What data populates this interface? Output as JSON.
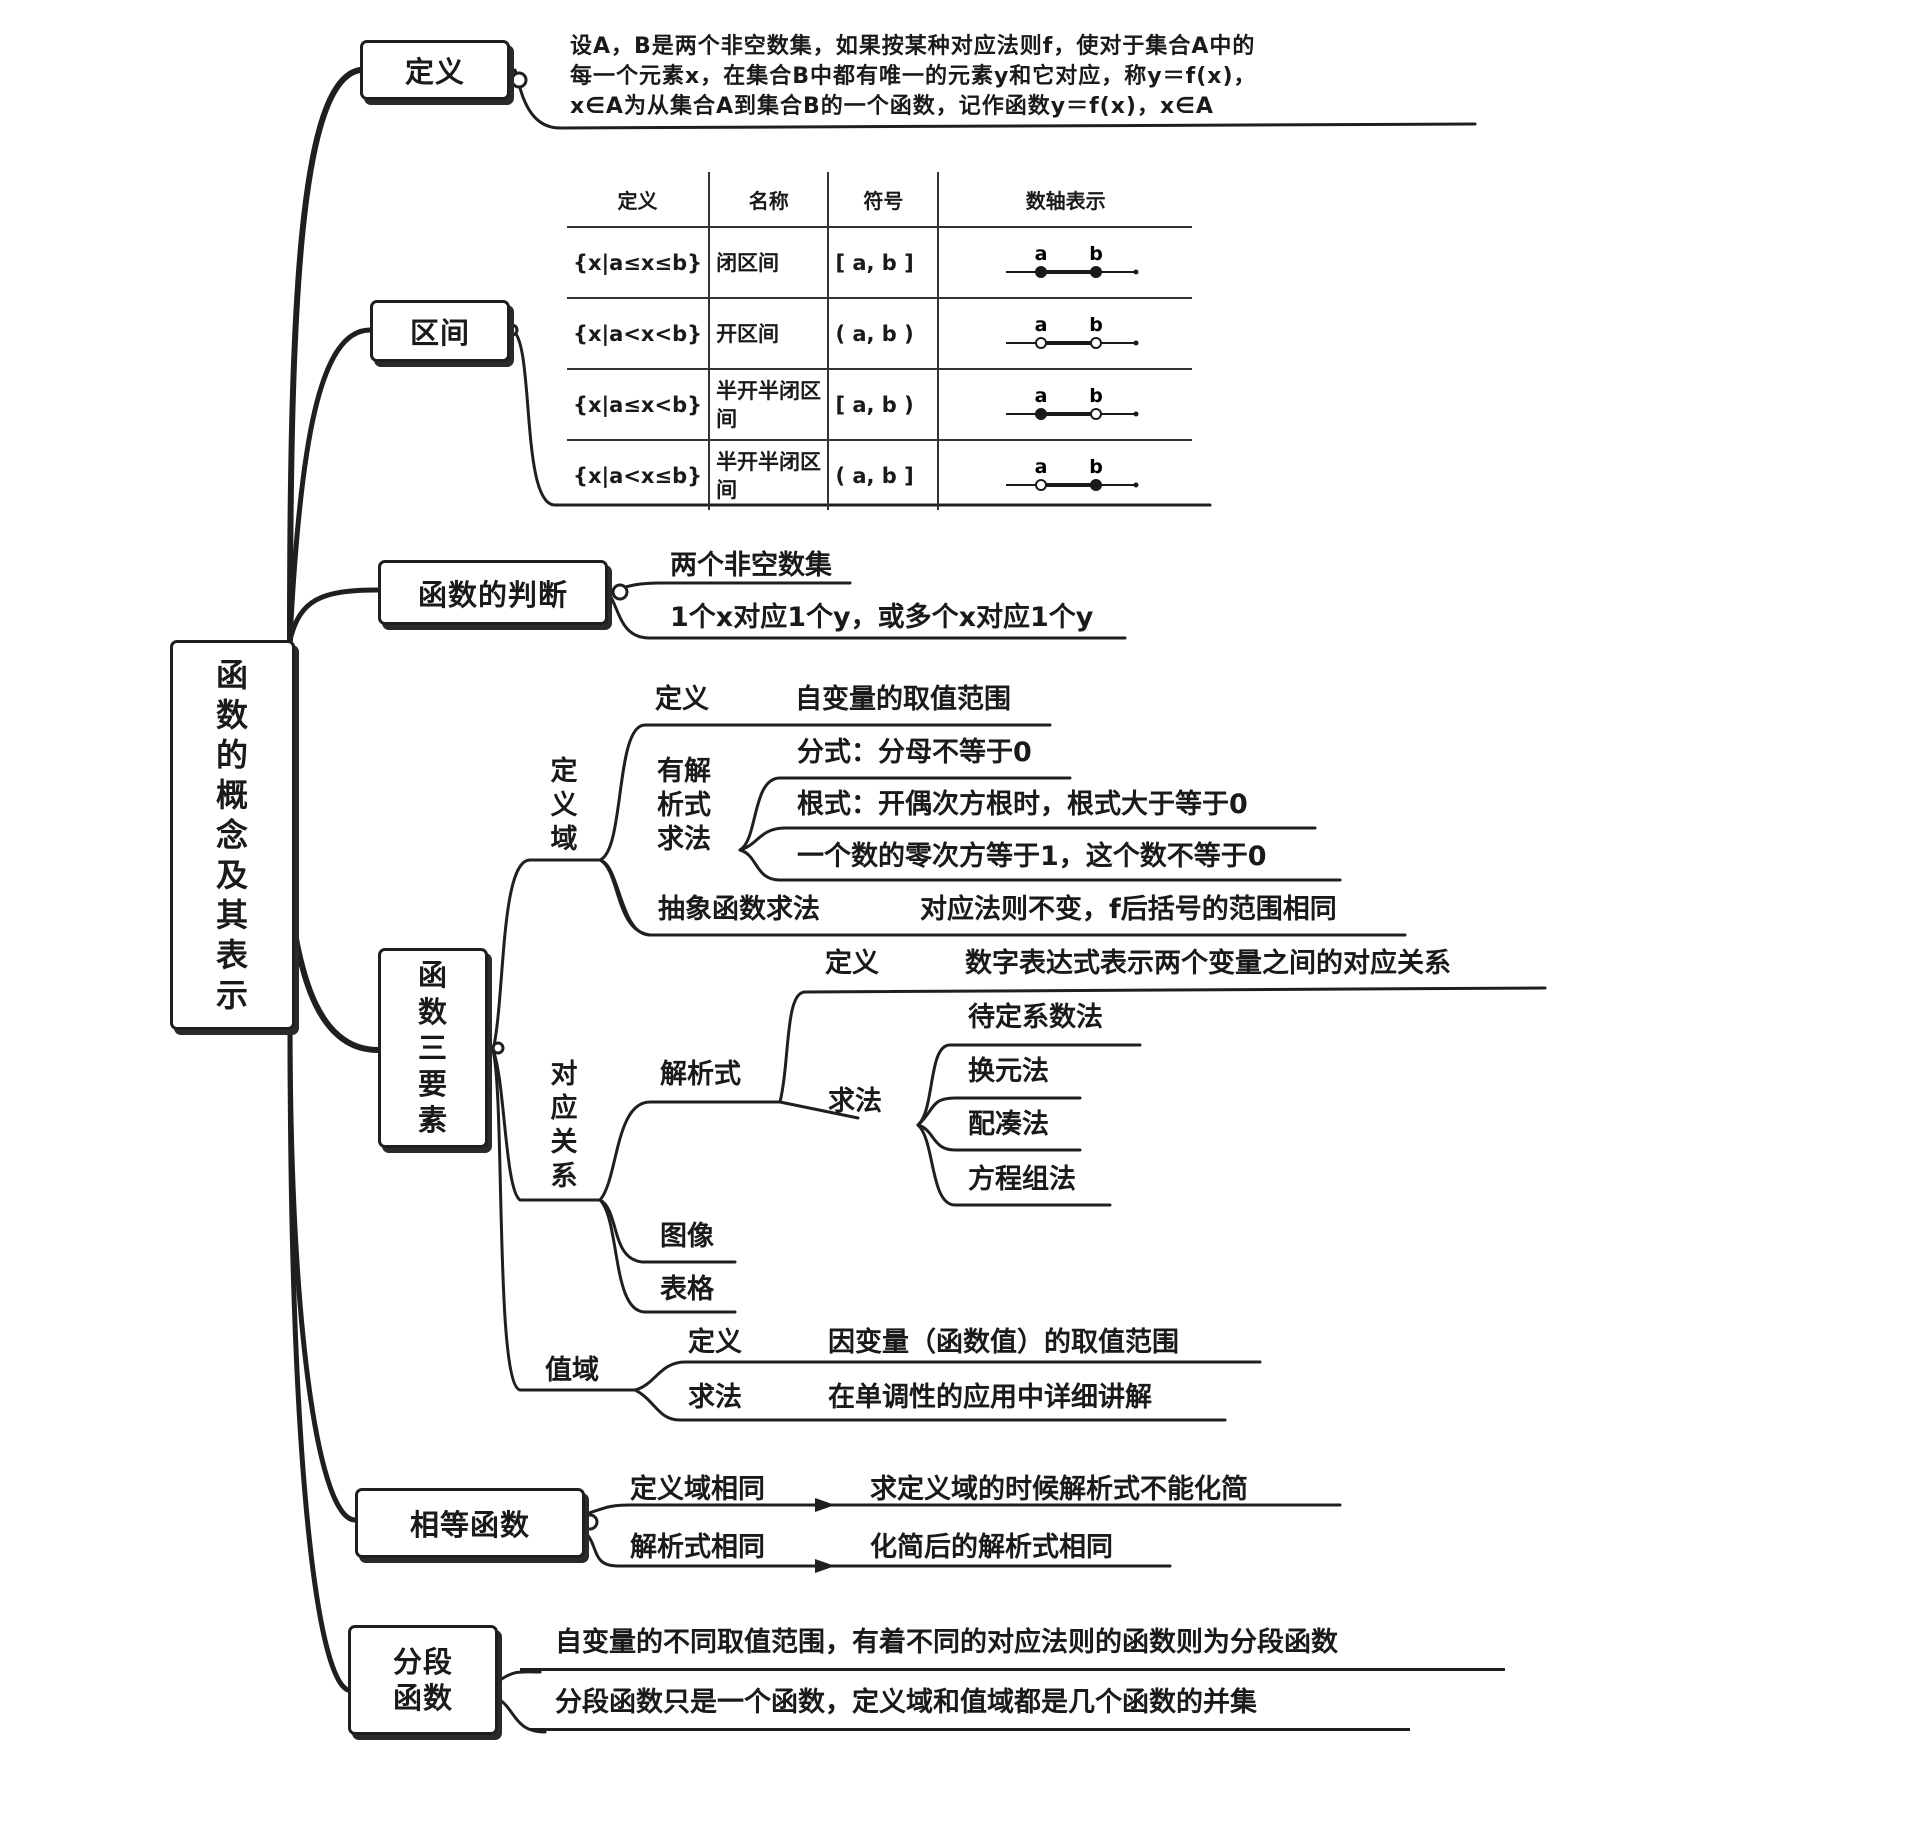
{
  "root": {
    "chars": [
      "函",
      "数",
      "的",
      "概",
      "念",
      "及",
      "其",
      "表",
      "示"
    ]
  },
  "definition": {
    "label": "定义",
    "text": [
      "设A，B是两个非空数集，如果按某种对应法则f，使对于集合A中的",
      "每一个元素x，在集合B中都有唯一的元素y和它对应，称y＝f(x)，",
      "x∈A为从集合A到集合B的一个函数，记作函数y＝f(x)，x∈A"
    ]
  },
  "interval": {
    "label": "区间",
    "headers": [
      "定义",
      "名称",
      "符号",
      "数轴表示"
    ],
    "rows": [
      {
        "set": "{x|a≤x≤b}",
        "name": "闭区间",
        "symbol": "[ a, b ]",
        "left_open": false,
        "right_open": false
      },
      {
        "set": "{x|a<x<b}",
        "name": "开区间",
        "symbol": "( a, b )",
        "left_open": true,
        "right_open": true
      },
      {
        "set": "{x|a≤x<b}",
        "name": "半开半闭区间",
        "symbol": "[ a, b )",
        "left_open": false,
        "right_open": true
      },
      {
        "set": "{x|a<x≤b}",
        "name": "半开半闭区间",
        "symbol": "( a, b ]",
        "left_open": true,
        "right_open": false
      }
    ],
    "axis_labels": [
      "a",
      "b"
    ]
  },
  "judgement": {
    "label": "函数的判断",
    "items": [
      "两个非空数集",
      "1个x对应1个y，或多个x对应1个y"
    ]
  },
  "three_elements": {
    "label_chars": [
      "函",
      "数",
      "三",
      "要",
      "素"
    ],
    "domain": {
      "label_chars": [
        "定",
        "义",
        "域"
      ],
      "definition_label": "定义",
      "definition_text": "自变量的取值范围",
      "analytic_label_lines": [
        "有解",
        "析式",
        "求法"
      ],
      "analytic_items": [
        "分式：分母不等于0",
        "根式：开偶次方根时，根式大于等于0",
        "一个数的零次方等于1，这个数不等于0"
      ],
      "abstract_label": "抽象函数求法",
      "abstract_text": "对应法则不变，f后括号的范围相同"
    },
    "correspondence": {
      "label_chars": [
        "对",
        "应",
        "关",
        "系"
      ],
      "expression_label": "解析式",
      "expression_def_label": "定义",
      "expression_def_text": "数字表达式表示两个变量之间的对应关系",
      "methods_label": "求法",
      "methods": [
        "待定系数法",
        "换元法",
        "配凑法",
        "方程组法"
      ],
      "image_label": "图像",
      "table_label": "表格"
    },
    "range": {
      "label": "值域",
      "definition_label": "定义",
      "definition_text": "因变量（函数值）的取值范围",
      "method_label": "求法",
      "method_text": "在单调性的应用中详细讲解"
    }
  },
  "equal_functions": {
    "label": "相等函数",
    "items": [
      {
        "label": "定义域相同",
        "text": "求定义域的时候解析式不能化简"
      },
      {
        "label": "解析式相同",
        "text": "化简后的解析式相同"
      }
    ]
  },
  "piecewise": {
    "label_lines": [
      "分段",
      "函数"
    ],
    "items": [
      "自变量的不同取值范围，有着不同的对应法则的函数则为分段函数",
      "分段函数只是一个函数，定义域和值域都是几个函数的并集"
    ]
  }
}
